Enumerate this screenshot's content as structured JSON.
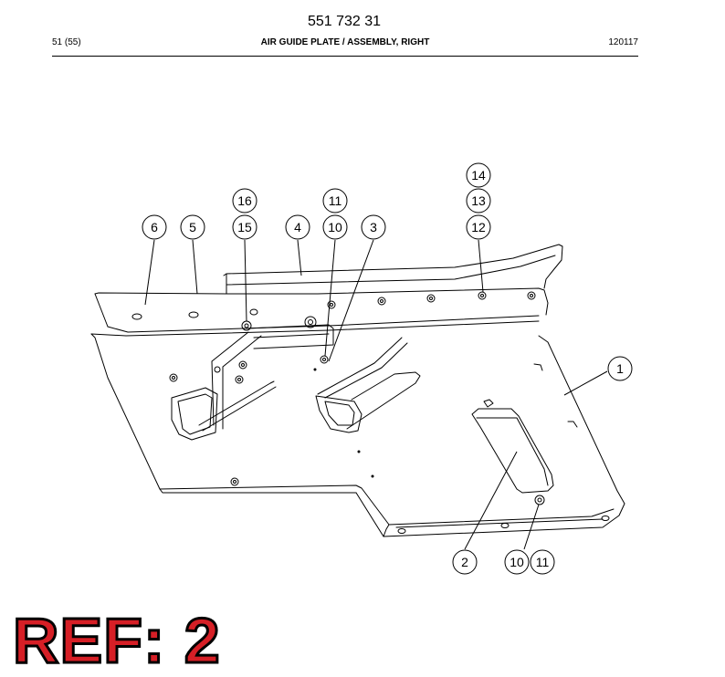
{
  "header": {
    "doc_number": "551 732 31",
    "page_indicator": "51 (55)",
    "title": "AIR GUIDE PLATE / ASSEMBLY, RIGHT",
    "code": "120117"
  },
  "callouts": [
    {
      "id": "c16",
      "label": "16"
    },
    {
      "id": "c11a",
      "label": "11"
    },
    {
      "id": "c14",
      "label": "14"
    },
    {
      "id": "c13",
      "label": "13"
    },
    {
      "id": "c6",
      "label": "6"
    },
    {
      "id": "c5",
      "label": "5"
    },
    {
      "id": "c15",
      "label": "15"
    },
    {
      "id": "c4",
      "label": "4"
    },
    {
      "id": "c10a",
      "label": "10"
    },
    {
      "id": "c3",
      "label": "3"
    },
    {
      "id": "c12",
      "label": "12"
    },
    {
      "id": "c1",
      "label": "1"
    },
    {
      "id": "c2",
      "label": "2"
    },
    {
      "id": "c10b",
      "label": "10"
    },
    {
      "id": "c11b",
      "label": "11"
    }
  ],
  "ref_label": "REF: 2"
}
